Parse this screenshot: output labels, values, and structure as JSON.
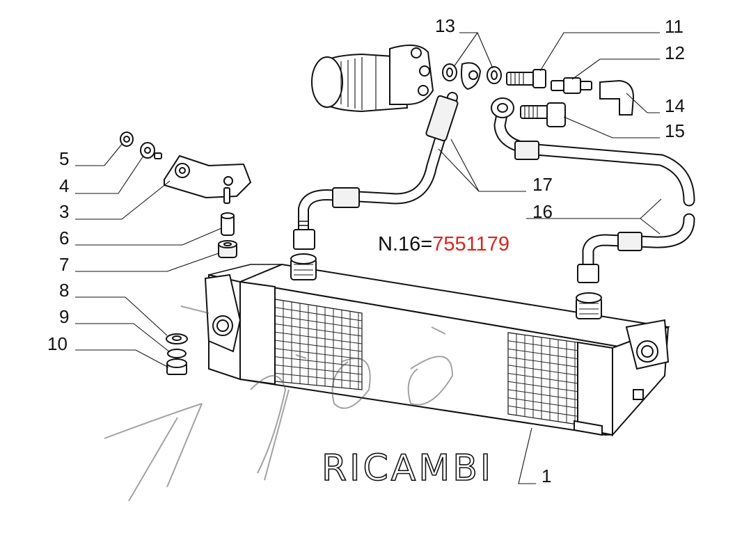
{
  "callouts": [
    {
      "id": "c1",
      "label": "1"
    },
    {
      "id": "c3",
      "label": "3"
    },
    {
      "id": "c4",
      "label": "4"
    },
    {
      "id": "c5",
      "label": "5"
    },
    {
      "id": "c6",
      "label": "6"
    },
    {
      "id": "c7",
      "label": "7"
    },
    {
      "id": "c8",
      "label": "8"
    },
    {
      "id": "c9",
      "label": "9"
    },
    {
      "id": "c10",
      "label": "10"
    },
    {
      "id": "c11",
      "label": "11"
    },
    {
      "id": "c12",
      "label": "12"
    },
    {
      "id": "c13",
      "label": "13"
    },
    {
      "id": "c14",
      "label": "14"
    },
    {
      "id": "c15",
      "label": "15"
    },
    {
      "id": "c16",
      "label": "16"
    },
    {
      "id": "c17",
      "label": "17"
    }
  ],
  "note": {
    "prefix": "N.16=",
    "code": "7551179"
  },
  "watermark": {
    "text": "RICAMBI"
  },
  "colors": {
    "ink": "#111111",
    "note_code": "#d9261c",
    "background": "#ffffff"
  }
}
